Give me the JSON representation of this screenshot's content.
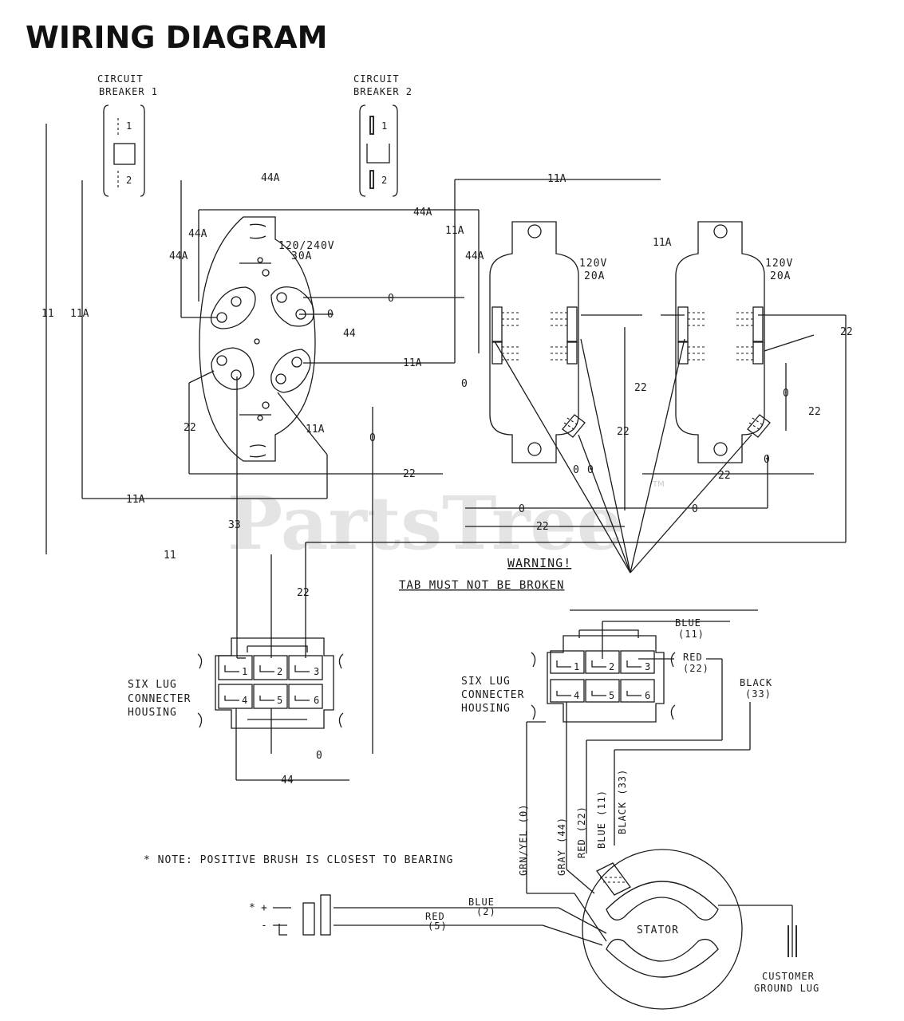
{
  "title": "WIRING DIAGRAM",
  "watermark": "PartsTree",
  "watermark_tm": "TM",
  "breaker1": {
    "line1": "CIRCUIT",
    "line2": "BREAKER 1",
    "t1": "1",
    "t2": "2"
  },
  "breaker2": {
    "line1": "CIRCUIT",
    "line2": "BREAKER 2",
    "t1": "1",
    "t2": "2"
  },
  "receptacle_main": {
    "rating1": "120/240V",
    "rating2": "30A"
  },
  "receptacle_a": {
    "rating1": "120V",
    "rating2": "20A"
  },
  "receptacle_b": {
    "rating1": "120V",
    "rating2": "20A"
  },
  "warning": {
    "line1": "WARNING!",
    "line2": "TAB MUST NOT BE BROKEN"
  },
  "connector_left": {
    "label1": "SIX LUG",
    "label2": "CONNECTER",
    "label3": "HOUSING",
    "pins": [
      "1",
      "2",
      "3",
      "4",
      "5",
      "6"
    ]
  },
  "connector_right": {
    "label1": "SIX LUG",
    "label2": "CONNECTER",
    "label3": "HOUSING",
    "pins": [
      "1",
      "2",
      "3",
      "4",
      "5",
      "6"
    ]
  },
  "wires": {
    "w44a_top": "44A",
    "w44a_mid": "44A",
    "w44a_left": "44A",
    "w44a_left2": "44A",
    "w44a_right": "44A",
    "w11": "11",
    "w11b": "11",
    "w11a_left": "11A",
    "w11a_top": "11A",
    "w11a_mid": "11A",
    "w11a_right": "11A",
    "w11a_bottom": "11A",
    "w11a_recep": "11A",
    "w11a_main": "11A",
    "w0_a": "0",
    "w0_b": "0",
    "w0_c": "0",
    "w0_d": "0",
    "w0_e": "0",
    "w0_f": "0",
    "w0_g": "0",
    "w0_h": "0",
    "w0_i": "0",
    "w0_j": "0",
    "w0_k": "0",
    "w44": "44",
    "w44_bottom": "44",
    "w22_a": "22",
    "w22_b": "22",
    "w22_c": "22",
    "w22_d": "22",
    "w22_e": "22",
    "w22_f": "22",
    "w22_g": "22",
    "w22_h": "22",
    "w22_i": "22",
    "w33": "33"
  },
  "stator_leads": {
    "blue_top": "BLUE",
    "blue_top_n": "(11)",
    "red_top": "RED",
    "red_top_n": "(22)",
    "black": "BLACK",
    "black_n": "(33)",
    "grn_yel": "GRN/YEL (0)",
    "gray": "GRAY (44)",
    "red": "RED (22)",
    "blue": "BLUE (11)",
    "black_lead": "BLACK (33)"
  },
  "note": "* NOTE: POSITIVE BRUSH IS CLOSEST TO BEARING",
  "brush": {
    "blue": "BLUE",
    "blue_n": "(2)",
    "red": "RED",
    "red_n": "(5)",
    "plus": "+",
    "minus": "-",
    "star": "*"
  },
  "stator": "STATOR",
  "ground": {
    "line1": "CUSTOMER",
    "line2": "GROUND LUG"
  }
}
